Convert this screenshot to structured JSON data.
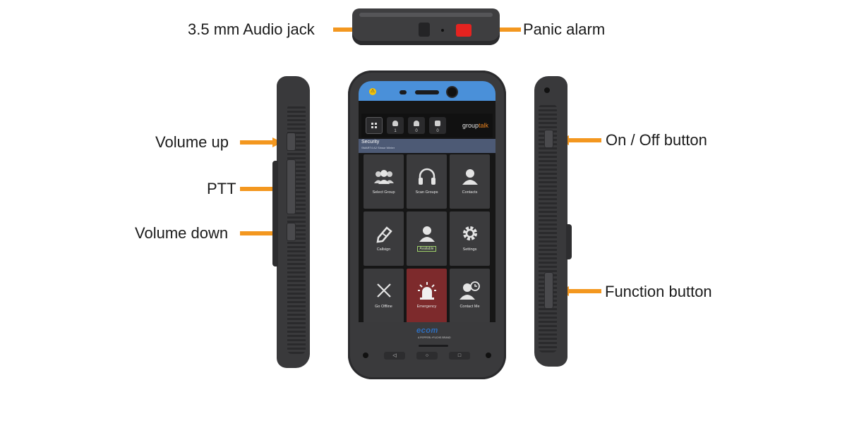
{
  "callouts": {
    "audio_jack": "3.5 mm Audio jack",
    "panic_alarm": "Panic alarm",
    "volume_up": "Volume up",
    "ptt": "PTT",
    "volume_down": "Volume down",
    "on_off": "On / Off button",
    "function": "Function button"
  },
  "colors": {
    "arrow": "#f3971f",
    "panic_alarm": "#e52320",
    "top_bar": "#4a90d9",
    "emergency_tile": "#7d2a2c",
    "brand_accent": "#e8821e"
  },
  "device_screen": {
    "status_counts": [
      "1",
      "0",
      "0"
    ],
    "brand_group": "group",
    "brand_talk": "talk",
    "group_name": "Security",
    "group_sub": "SMART4 A2 Sinsor Winter",
    "tiles": [
      {
        "label": "Select Group",
        "icon": "group-icon"
      },
      {
        "label": "Scan Groups",
        "icon": "headphones-icon"
      },
      {
        "label": "Contacts",
        "icon": "contact-icon"
      },
      {
        "label": "Callsign",
        "icon": "tag-icon"
      },
      {
        "label": "Available",
        "icon": "user-icon"
      },
      {
        "label": "Settings",
        "icon": "gear-icon"
      },
      {
        "label": "Go Offline",
        "icon": "x-icon"
      },
      {
        "label": "Emergency",
        "icon": "siren-icon"
      },
      {
        "label": "Contact Me",
        "icon": "contact-clock-icon"
      }
    ],
    "brand": "ecom",
    "brand_sub": "A PEPPERL+FUCHS BRAND",
    "nav": {
      "back": "◁",
      "home": "○",
      "recent": "□"
    }
  }
}
